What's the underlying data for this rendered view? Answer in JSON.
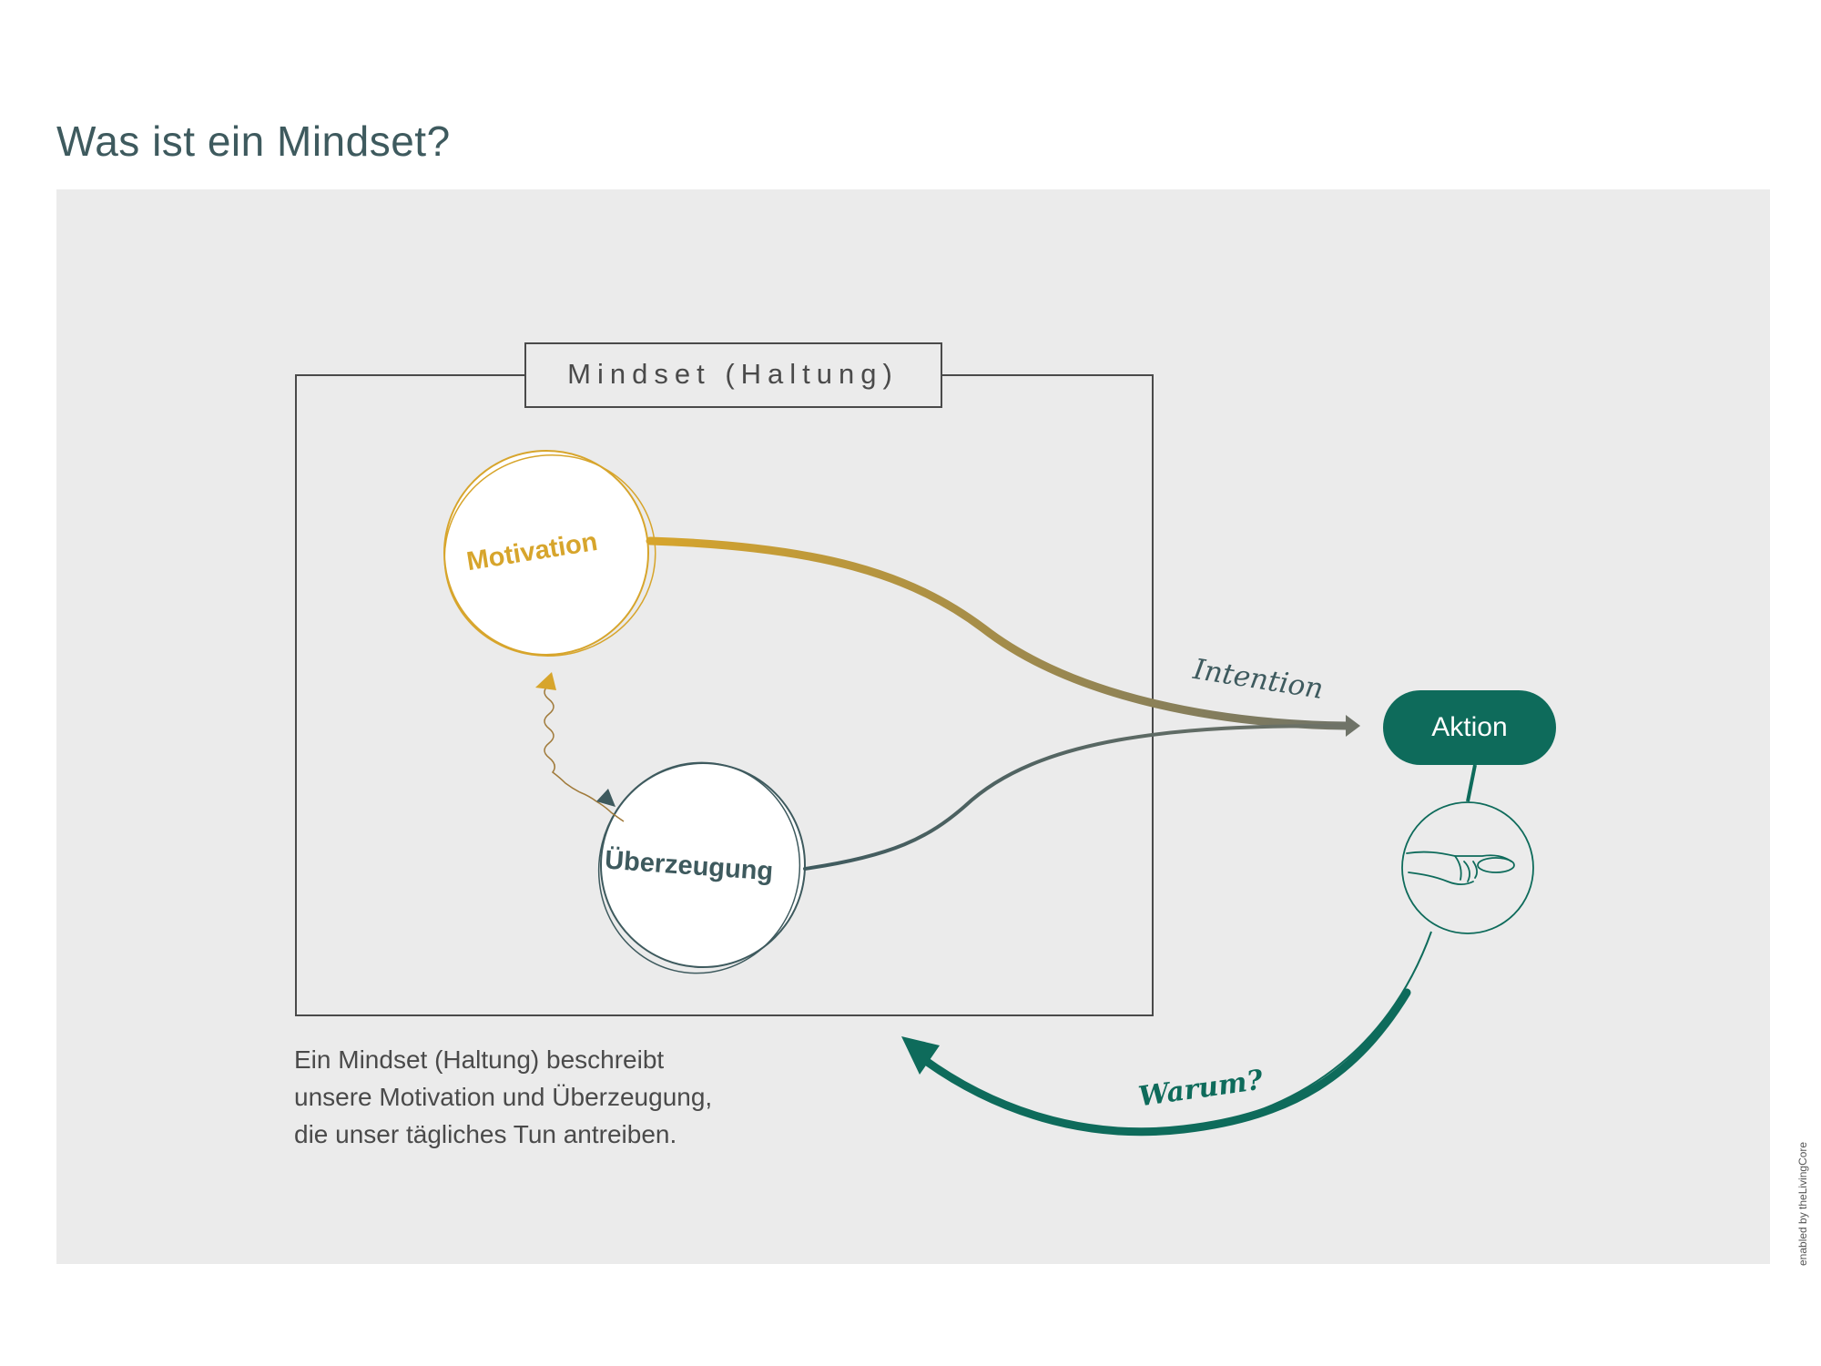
{
  "title": "Was ist ein Mindset?",
  "frame": {
    "label": "Mindset (Haltung)"
  },
  "nodes": {
    "motivation": "Motivation",
    "ueberzeugung": "Überzeugung",
    "aktion": "Aktion"
  },
  "arrows": {
    "intention": "Intention",
    "warum": "Warum?"
  },
  "description": {
    "lines": [
      "Ein Mindset (Haltung) beschreibt",
      "unsere Motivation und Überzeugung,",
      "die unser tägliches Tun antreiben."
    ]
  },
  "credit": "enabled by theLivingCore",
  "colors": {
    "background": "#ebebeb",
    "title": "#3e5a5e",
    "motivation": "#d7a52c",
    "ueberzeugung": "#3e5a5e",
    "aktion": "#0e6b5b",
    "frame": "#4a4a4a"
  },
  "icons": [
    "hand-pointing-icon"
  ]
}
